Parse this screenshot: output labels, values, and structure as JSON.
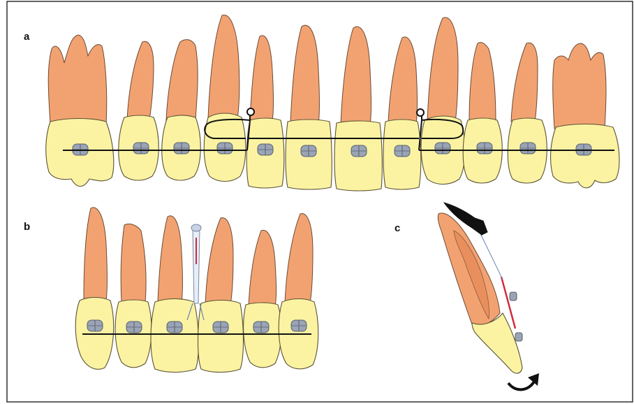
{
  "panels": {
    "a": {
      "label": "a"
    },
    "b": {
      "label": "b"
    },
    "c": {
      "label": "c"
    }
  },
  "colors": {
    "root": "#f2a271",
    "root_outline": "#6b4a35",
    "crown": "#fbf3a2",
    "crown_outline": "#5a5234",
    "bracket": "#9aa4b4",
    "archwire": "#111111",
    "spring": "#d0283a",
    "border": "#222222"
  }
}
